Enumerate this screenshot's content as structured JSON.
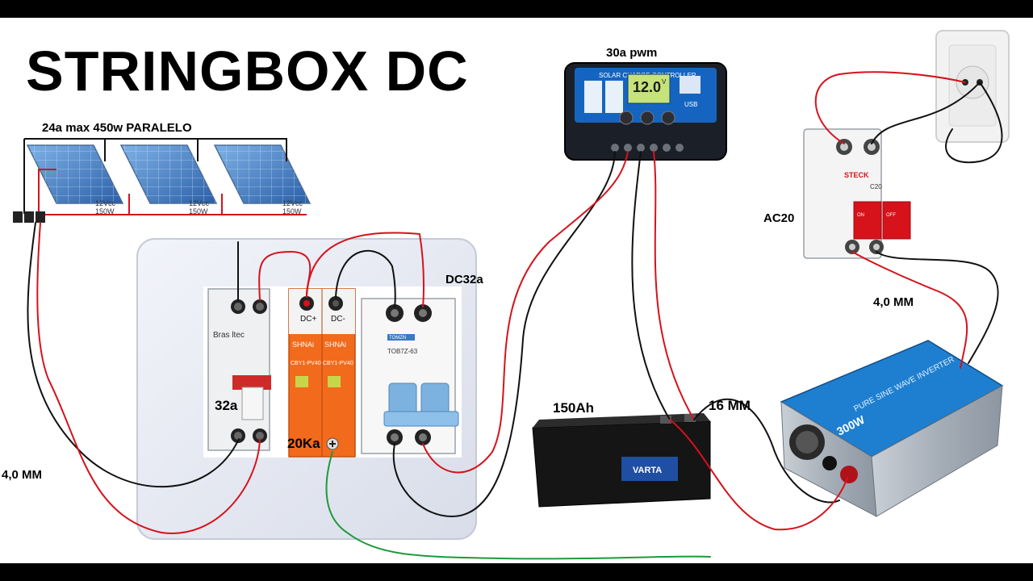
{
  "title": "STRINGBOX DC",
  "labels": {
    "panels_spec": "24a max 450w PARALELO",
    "controller": "30a pwm",
    "dc32a": "DC32a",
    "breaker_32a": "32a",
    "dps_20ka": "20Ka",
    "ac20": "AC20",
    "cable_4mm_left": "4,0 MM",
    "cable_4mm_right": "4,0 MM",
    "battery_capacity": "150Ah",
    "cable_16mm": "16 MM"
  },
  "panels": [
    {
      "voltage": "12Vcc",
      "power": "150W"
    },
    {
      "voltage": "12Vcc",
      "power": "150W"
    },
    {
      "voltage": "12Vcc",
      "power": "150W"
    }
  ],
  "controller": {
    "header": "SOLAR CHARGE CONTROLLER",
    "display": "12.0",
    "display_unit": "V",
    "usb": "USB"
  },
  "breaker_dc": {
    "brand": "Bras ltec"
  },
  "dps": {
    "brand": "SHNAi",
    "model": "CBY1-PV40",
    "plus": "DC+",
    "minus": "DC-"
  },
  "dc_breaker": {
    "brand": "TOMZN",
    "model": "TOB7Z-63"
  },
  "ac_breaker": {
    "brand": "STECK",
    "rating": "C20",
    "on": "ON",
    "off": "OFF"
  },
  "battery": {
    "brand": "VARTA"
  },
  "inverter": {
    "text": "PURE SINE WAVE INVERTER",
    "power": "300W"
  },
  "colors": {
    "wire_red": "#d6121b",
    "wire_black": "#111111",
    "wire_green": "#1c9a3a",
    "dps_orange": "#f26a1b",
    "breaker_blue": "#7cb2e0",
    "controller_blue": "#1565c0",
    "inverter_blue": "#1e7fd0"
  }
}
